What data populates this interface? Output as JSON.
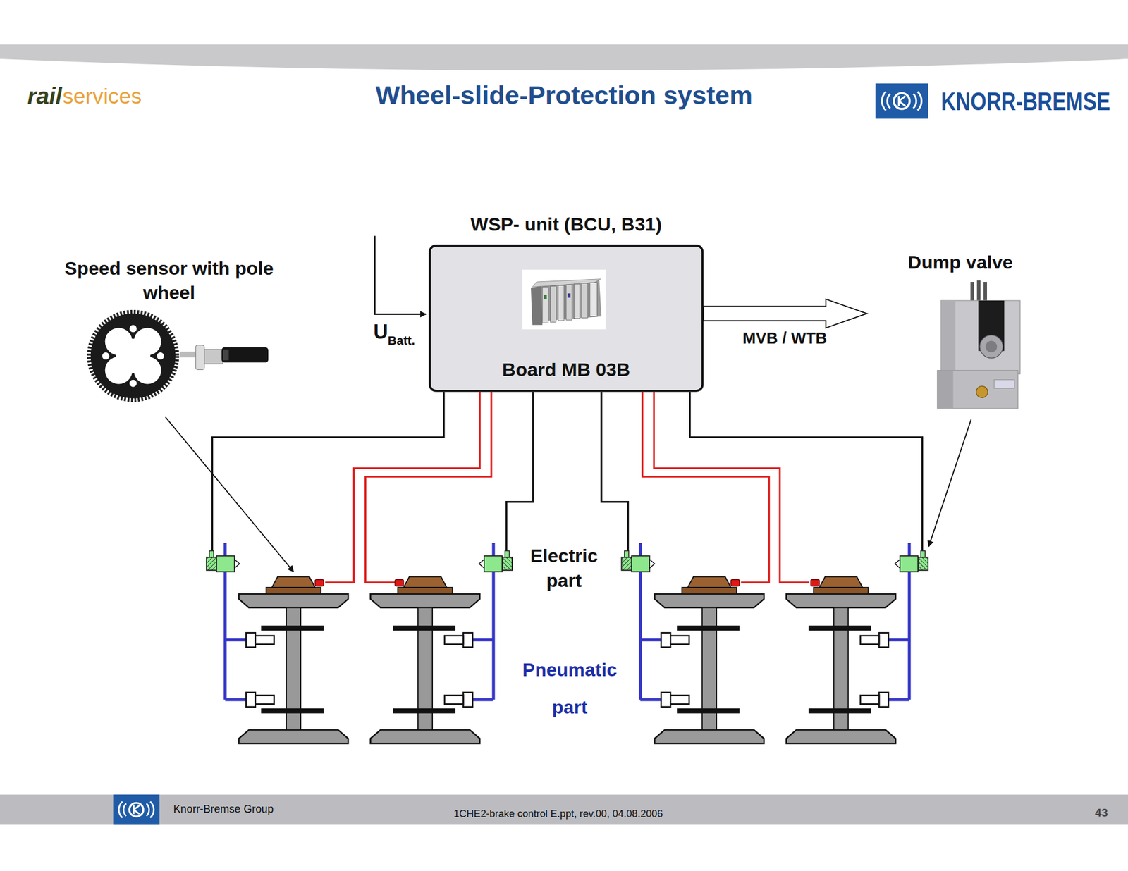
{
  "diagram": {
    "title": "Wheel-slide-Protection system",
    "nodes": [
      {
        "text": [
          "WSP- unit (BCU, B31)",
          "Board MB 03B"
        ]
      }
    ],
    "labels": [
      "rail",
      "services",
      "KNORR-BREMSE",
      "Speed sensor with pole wheel",
      "U",
      "Batt.",
      "MVB / WTB",
      "Dump valve",
      "Electric part",
      "Pneumatic part",
      "Knorr-Bremse Group",
      "1CHE2-brake control E.ppt, rev.00, 04.08.2006",
      "43"
    ]
  }
}
